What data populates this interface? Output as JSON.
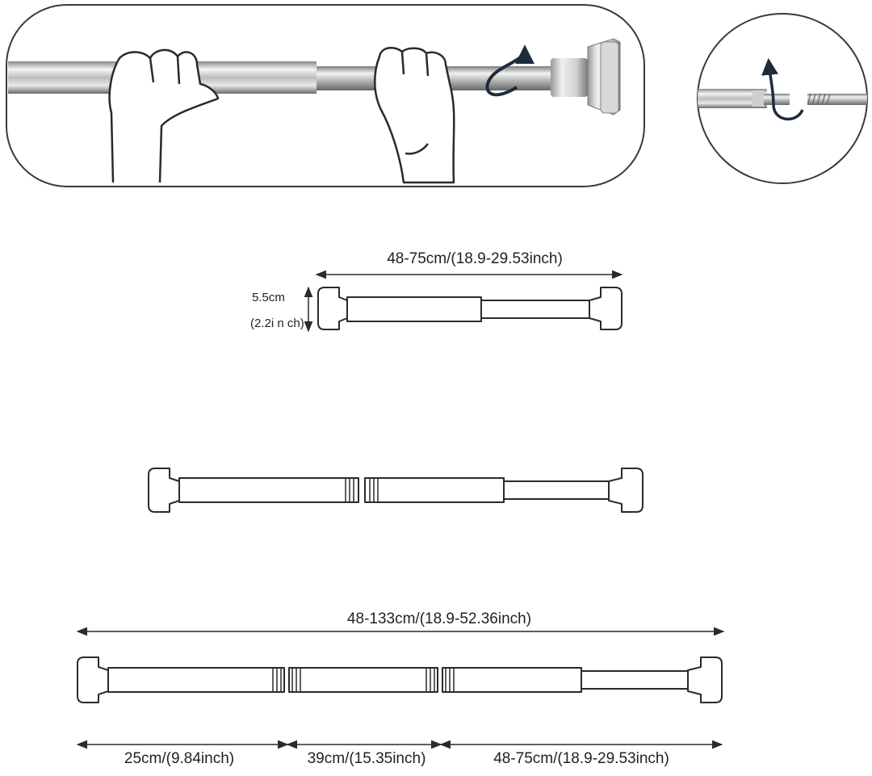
{
  "diagram": {
    "panels": {
      "install_panel": "hands-twisting-rod",
      "detail_panel": "thread-twist-detail"
    },
    "labels": {
      "rod_short_length": "48-75cm/(18.9-29.53inch)",
      "rod_height_cm": "5.5cm",
      "rod_height_inch": "(2.2i n ch)",
      "rod_full_length": "48-133cm/(18.9-52.36inch)",
      "segment_1_length": "25cm/(9.84inch)",
      "segment_2_length": "39cm/(15.35inch)",
      "segment_3_length": "48-75cm/(18.9-29.53inch)"
    },
    "colors": {
      "line": "#2a2a2a",
      "chrome_light": "#f4f4f4",
      "chrome_dark": "#6e6e6e",
      "arrow": "#1e2b3c"
    }
  }
}
